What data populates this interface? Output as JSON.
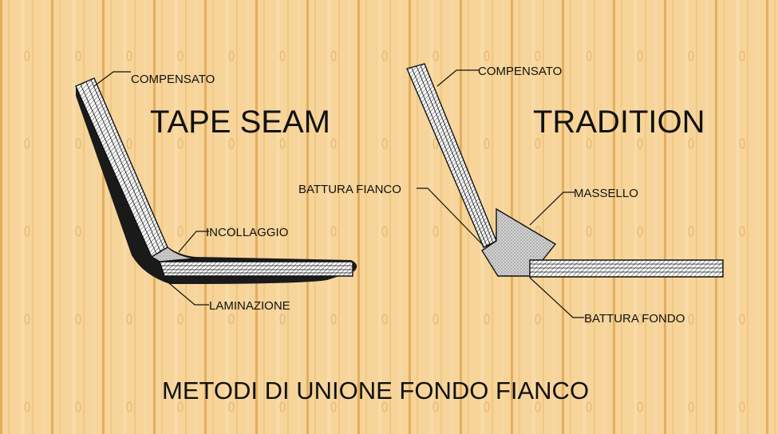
{
  "caption": "METODI DI UNIONE FONDO FIANCO",
  "colors": {
    "wood_light": "#f6d49a",
    "wood_dark": "#e9b868",
    "line": "#111111"
  },
  "left_method": {
    "title": "TAPE SEAM",
    "labels": {
      "compensato": "COMPENSATO",
      "incollaggio": "INCOLLAGGIO",
      "laminazione": "LAMINAZIONE"
    }
  },
  "right_method": {
    "title": "TRADITION",
    "labels": {
      "compensato": "COMPENSATO",
      "battura_fianco": "BATTURA FIANCO",
      "massello": "MASSELLO",
      "battura_fondo": "BATTURA FONDO"
    }
  }
}
